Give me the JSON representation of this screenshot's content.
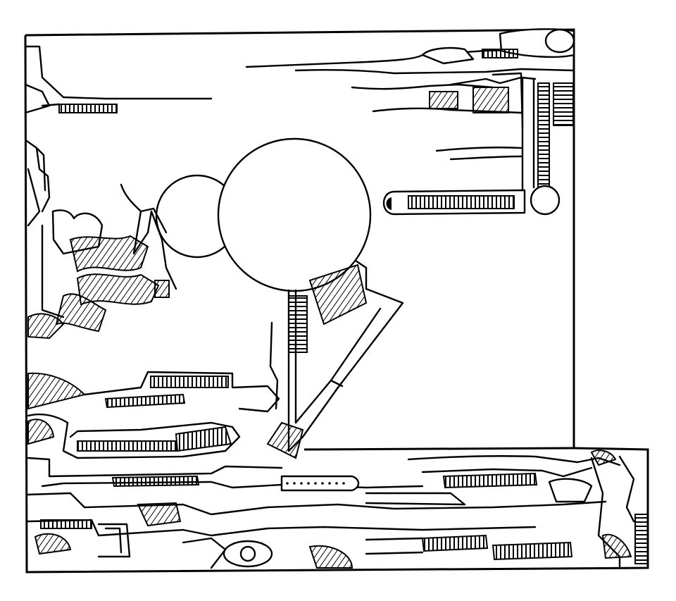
{
  "artwork": {
    "style": "black ink line drawing on white",
    "ink_color": "#000000",
    "paper_color": "#ffffff",
    "elements": [
      "outer-frame",
      "lower-extension-frame",
      "sphere-small",
      "sphere-large",
      "top-right-machinery",
      "left-machinery",
      "bottom-machinery",
      "central-pylon",
      "right-capsule-tube"
    ]
  }
}
